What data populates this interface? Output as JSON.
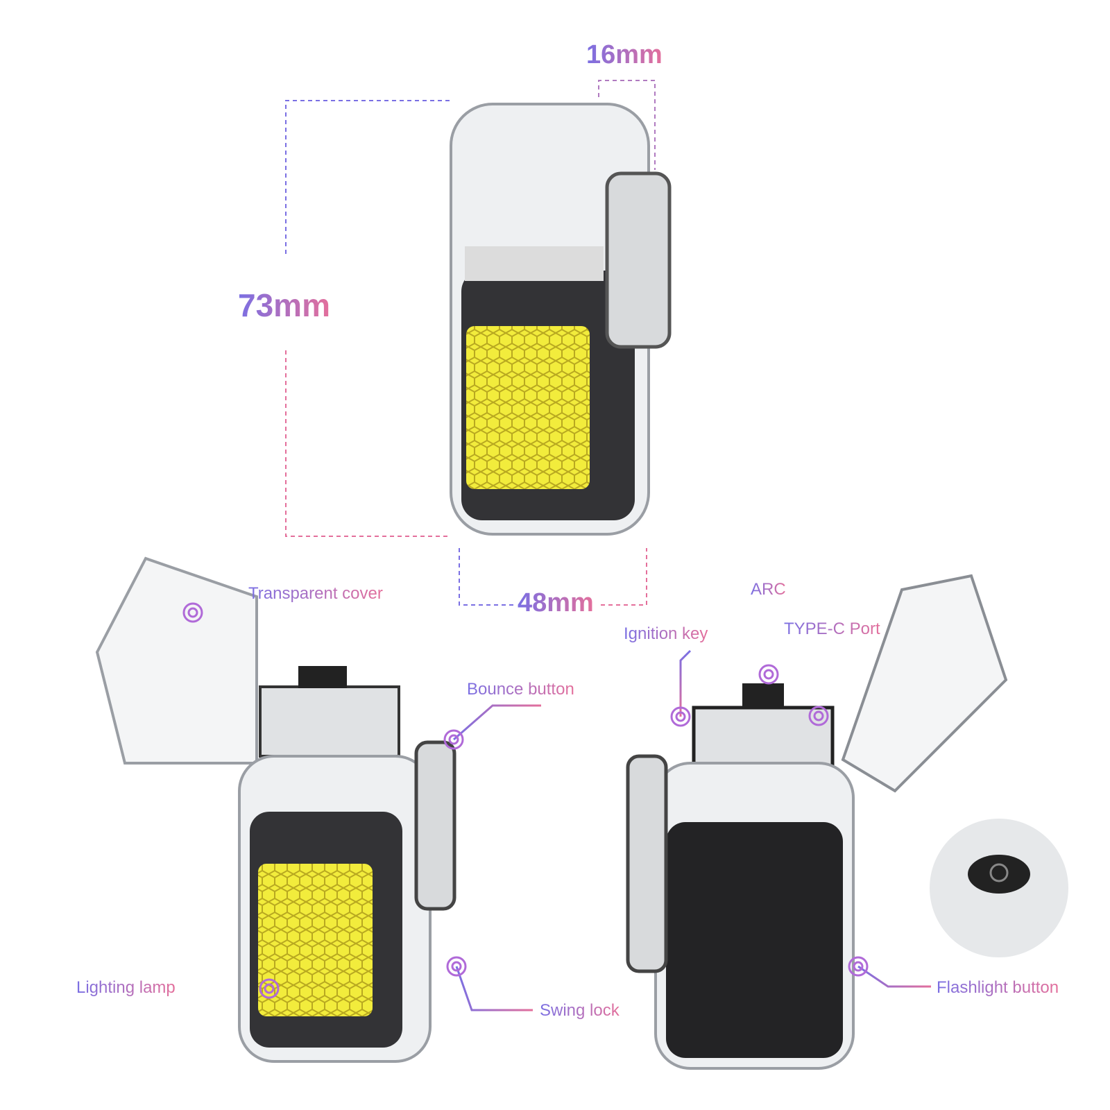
{
  "dimensions": {
    "width": "48mm",
    "height": "73mm",
    "depth": "16mm"
  },
  "callouts": {
    "transparent_cover": "Transparent cover",
    "bounce_button": "Bounce button",
    "lighting_lamp": "Lighting lamp",
    "swing_lock": "Swing lock",
    "arc": "ARC",
    "ignition_key": "Ignition key",
    "type_c_port": "TYPE-C Port",
    "flashlight_button": "Flashlight button"
  },
  "colors": {
    "accent_start": "#7a6fe3",
    "accent_end": "#e46f9b",
    "lamp": "#e8e23a",
    "body": "#2a2a2c"
  }
}
